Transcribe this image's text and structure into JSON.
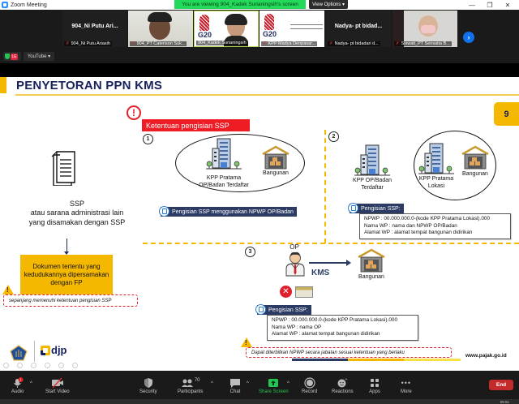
{
  "window": {
    "title": "Zoom Meeting",
    "viewing_banner": "You are viewing 904_Kadek Surianingsih's screen",
    "view_options": "View Options",
    "minimize_icon": "minimize-icon",
    "restore_icon": "restore-icon",
    "close_icon": "close-icon"
  },
  "participants_strip": [
    {
      "display": "904_Ni Putu Ari...",
      "label": "904_Ni Putu Ariasih",
      "muted": true,
      "video": false
    },
    {
      "display": "",
      "label": "904_PT Caterison Suk...",
      "muted": true,
      "video": true
    },
    {
      "display": "G20",
      "label": "904_Kadek Surianingsih",
      "muted": false,
      "video": true,
      "active_speaker": true
    },
    {
      "display": "G20",
      "label": "KPP Madya Denpasar...",
      "muted": true,
      "video": true
    },
    {
      "display": "Nadya- pt bidad...",
      "label": "Nadya- pt bidadari d...",
      "muted": true,
      "video": false
    },
    {
      "display": "",
      "label": "Siswati_PT Sensatia B...",
      "muted": true,
      "video": true
    }
  ],
  "status_row": {
    "recording_badge": "LE",
    "app_pill": "YouTube"
  },
  "slide": {
    "title": "PENYETORAN PPN KMS",
    "page_number": "9",
    "ketentuan_tag": "Ketentuan pengisian SSP",
    "left": {
      "doc_title_line1": "SSP",
      "doc_title_line2": "atau sarana administrasi lain",
      "doc_title_line3": "yang disamakan dengan SSP",
      "orange_box": "Dokumen tertentu yang kedudukannya dipersamakan dengan FP",
      "note": "sepanjang memenuhi ketentuan pengisian SSP"
    },
    "case1": {
      "number": "1",
      "kpp_label_line1": "KPP Pratama",
      "kpp_label_line2": "OP/Badan Terdaftar",
      "building_label": "Bangunan",
      "tag": "Pengisian SSP menggunakan NPWP OP/Badan"
    },
    "case2": {
      "number": "2",
      "kpp_label_line1": "KPP OP/Badan",
      "kpp_label_line2": "Terdaftar",
      "kpp_lokasi_line1": "KPP Pratama",
      "kpp_lokasi_line2": "Lokasi",
      "building_label": "Bangunan",
      "tag": "Pengisian SSP:",
      "info": [
        "NPWP : 00.000.000.0-(kode KPP Pratama Lokasi).000",
        "Nama WP : nama dan NPWP OP/Badan",
        "Alamat WP : alamat tempat bangunan didirikan"
      ]
    },
    "case3": {
      "number": "3",
      "op_label": "OP",
      "kms_label": "KMS",
      "building_label": "Bangunan",
      "tag": "Pengisian SSP:",
      "info": [
        "NPWP : 00.000.000.0-(kode KPP Pratama Lokasi).000",
        "Nama WP : nama OP",
        "Alamat WP : alamat tempat bangunan didirikan"
      ],
      "note": "Dapat diterbitkan NPWP secara jabatan sesuai ketentuan yang berlaku"
    },
    "footer_url": "www.pajak.go.id",
    "logo_text": "djp"
  },
  "toolbar": {
    "audio": "Audio",
    "start_video": "Start Video",
    "security": "Security",
    "participants": "Participants",
    "participants_count": "70",
    "chat": "Chat",
    "share_screen": "Share Screen",
    "record": "Record",
    "reactions": "Reactions",
    "apps": "Apps",
    "more": "More",
    "end": "End"
  },
  "taskbar": {
    "clock": "09.51"
  },
  "colors": {
    "accent_yellow": "#f5b800",
    "navy": "#16215b",
    "alert_red": "#ee1c25",
    "zoom_green": "#23d959",
    "zoom_blue": "#0e71eb"
  }
}
